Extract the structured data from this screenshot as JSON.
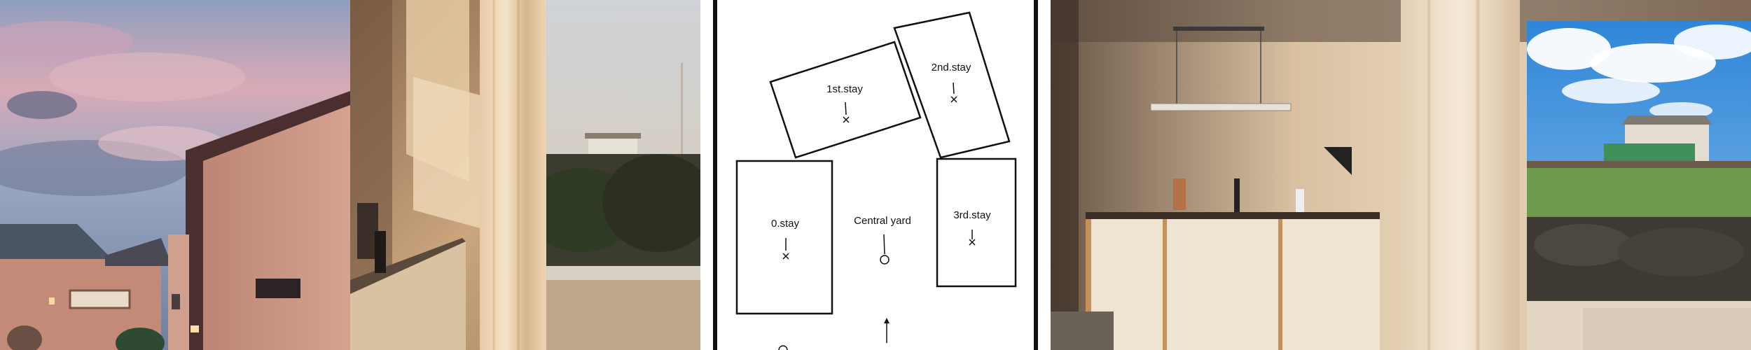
{
  "panels": {
    "exterior": {
      "sign_text": ""
    },
    "map": {
      "labels": {
        "first_stay": "1st.stay",
        "second_stay": "2nd.stay",
        "zero_stay": "0.stay",
        "central_yard": "Central yard",
        "third_stay": "3rd.stay"
      }
    }
  },
  "colors": {
    "sky_pink": "#d9aab6",
    "building_wall": "#c98f7c",
    "wall_cream": "#e9d6be",
    "map_ink": "#111111",
    "sky_blue": "#3f8fd6",
    "grass": "#6f9a4e",
    "counter_wood": "#c7925a"
  }
}
